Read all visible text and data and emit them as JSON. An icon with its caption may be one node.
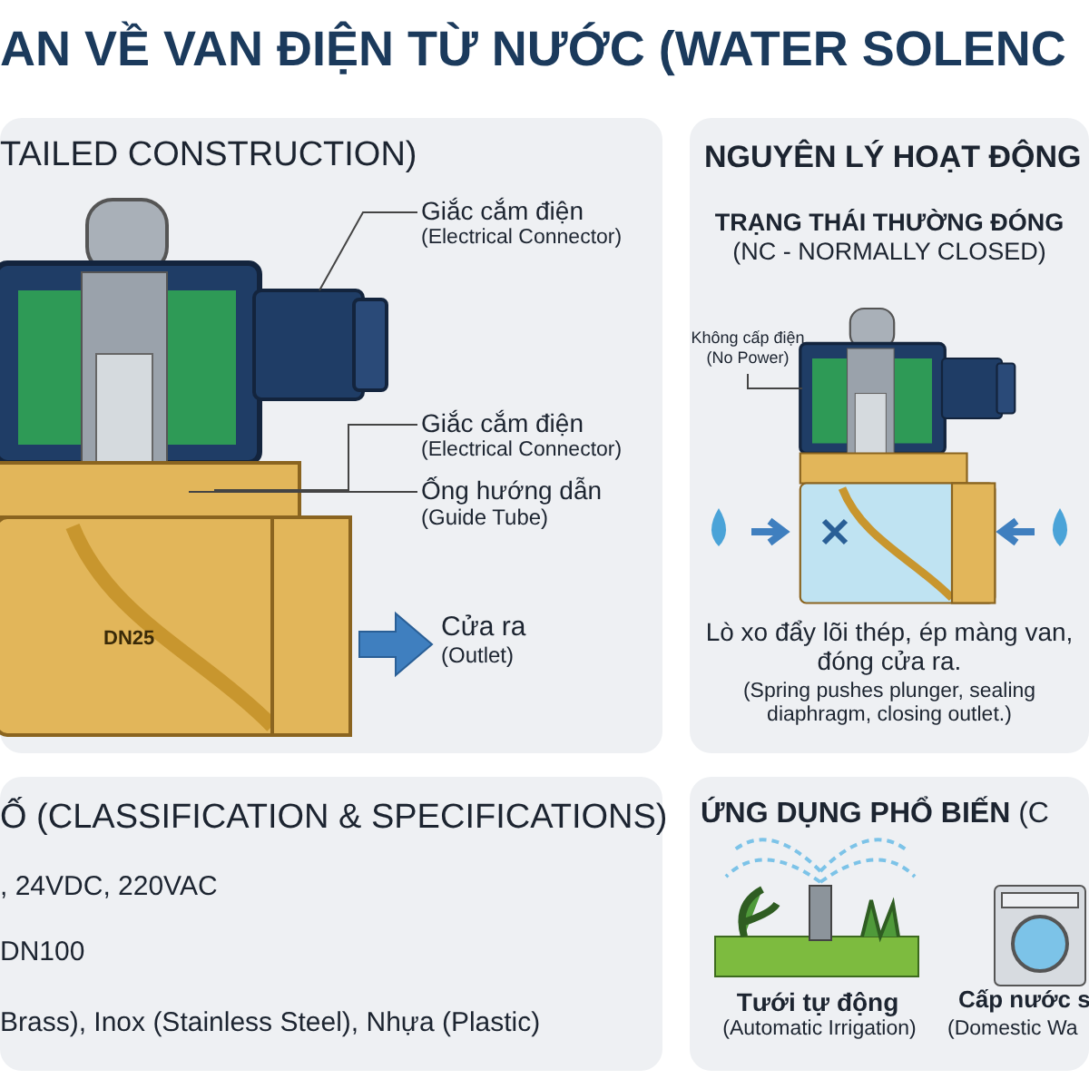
{
  "diagram": {
    "title": "AN VỀ VAN ĐIỆN TỪ NƯỚC (WATER SOLENC",
    "nodes": [
      {
        "text": [
          "TAILED CONSTRUCTION)"
        ]
      },
      {
        "text": [
          "Giắc cắm điện",
          "(Electrical Connector)"
        ],
        "in": 0
      },
      {
        "text": [
          "Giắc cắm điện",
          "(Electrical Connector)"
        ],
        "in": 0
      },
      {
        "text": [
          "Ống hướng dẫn",
          "(Guide Tube)"
        ],
        "in": 0
      },
      {
        "text": [
          "NGUYÊN LÝ HOẠT ĐỘNG",
          "TRẠNG THÁI THƯỜNG ĐÓNG",
          "(NC - NORMALLY CLOSED)",
          "Lò xo đẩy lõi thép, ép màng van, đóng cửa ra.",
          "(Spring pushes plunger, sealing diaphragm, closing outlet.)"
        ]
      },
      {
        "text": [
          "Không cấp điện",
          "(No Power)"
        ],
        "in": 4
      },
      {
        "text": [
          "Ố (CLASSIFICATION & SPECIFICATIONS)",
          ", 24VDC, 220VAC",
          "DN100",
          "Brass), Inox (Stainless Steel), Nhựa (Plastic)"
        ]
      },
      {
        "text": [
          "**ỨNG DỤNG PHỔ BIẾN** (C",
          "Tưới tự động",
          "(Automatic Irrigation)",
          "Cấp nước s",
          "(Domestic Wa"
        ]
      }
    ],
    "edges": [
      {
        "from": 1,
        "to": null,
        "arrow": "none"
      },
      {
        "from": 2,
        "to": null,
        "arrow": "none"
      },
      {
        "from": 3,
        "to": null,
        "arrow": "none"
      },
      {
        "from": 5,
        "to": null,
        "arrow": "none"
      }
    ],
    "labels": [
      "Cửa ra",
      "(Outlet)",
      "DN25"
    ]
  }
}
